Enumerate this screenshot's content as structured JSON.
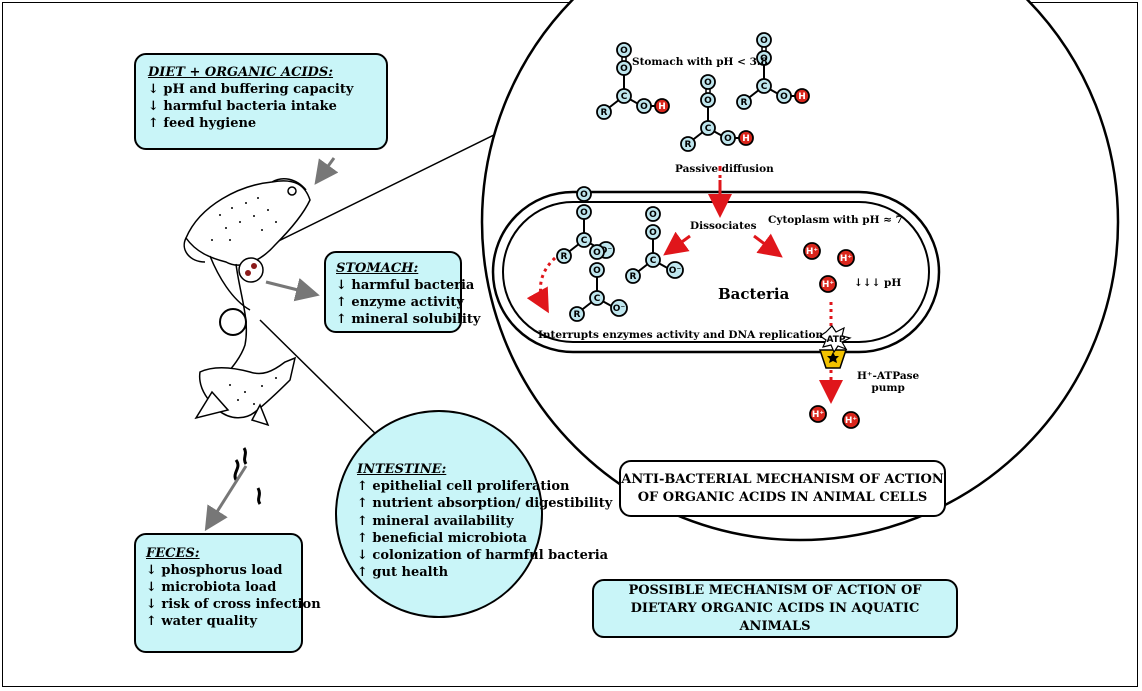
{
  "diet_box": {
    "title": "DIET + ORGANIC ACIDS:",
    "lines": [
      "↓ pH and buffering capacity",
      "↓ harmful bacteria intake",
      "↑ feed hygiene"
    ]
  },
  "stomach_box": {
    "title": "STOMACH:",
    "lines": [
      "↓ harmful bacteria",
      "↑ enzyme activity",
      "↑ mineral solubility"
    ]
  },
  "intestine_box": {
    "title": "INTESTINE:",
    "lines": [
      "↑ epithelial cell proliferation",
      "↑ nutrient absorption/ digestibility",
      "↑ mineral availability",
      "↑ beneficial microbiota",
      "↓ colonization of harmful bacteria",
      "↑ gut health"
    ]
  },
  "feces_box": {
    "title": "FECES:",
    "lines": [
      "↓ phosphorus load",
      "↓ microbiota load",
      "↓ risk of cross infection",
      "↑ water quality"
    ]
  },
  "mechanism": {
    "stomach_ph": "Stomach with pH < 3.8",
    "passive_diffusion": "Passive diffusion",
    "dissociates": "Dissociates",
    "cytoplasm_ph": "Cytoplasm with pH ≈ 7",
    "bacteria": "Bacteria",
    "ph_drop": "↓↓↓ pH",
    "interrupts": "Interrupts enzymes activity and DNA replication",
    "atp": "ATP",
    "pump_line1": "H⁺-ATPase",
    "pump_line2": "pump",
    "atom_o": "O",
    "atom_c": "C",
    "atom_r": "R",
    "atom_h": "H",
    "ion_o": "O⁻",
    "ion_h": "H⁺"
  },
  "anti_bacterial_box": {
    "line1": "ANTI-BACTERIAL MECHANISM OF ACTION",
    "line2": "OF ORGANIC ACIDS IN ANIMAL CELLS"
  },
  "possible_box": {
    "line1": "POSSIBLE MECHANISM OF ACTION OF",
    "line2": "DIETARY ORGANIC ACIDS IN AQUATIC ANIMALS"
  },
  "colors": {
    "box_fill": "#c9f5f8",
    "molecule_fill": "#bfe6ee",
    "proton_fill": "#d9261c",
    "arrow_red": "#e0161b",
    "arrow_gray": "#777777",
    "pump_fill": "#f2c200"
  }
}
